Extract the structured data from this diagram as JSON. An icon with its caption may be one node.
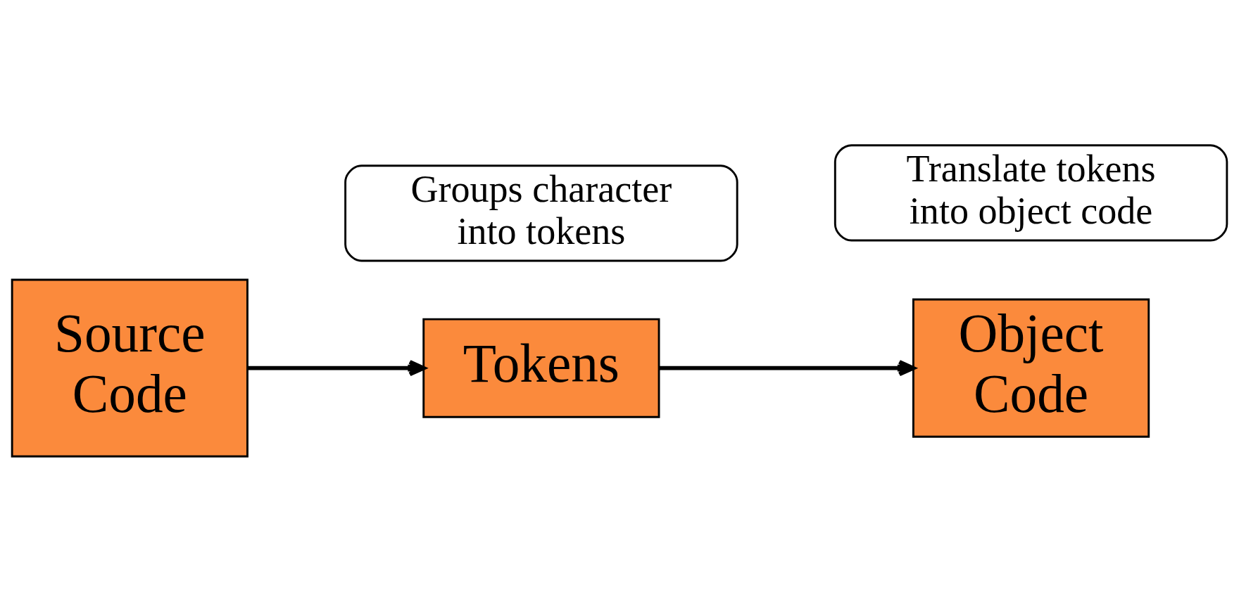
{
  "diagram": {
    "nodes": [
      {
        "text": [
          "Source Code"
        ]
      },
      {
        "text": [
          "Tokens"
        ]
      },
      {
        "text": [
          "Object Code"
        ]
      },
      {
        "text": [
          "Groups character into tokens"
        ]
      },
      {
        "text": [
          "Translate tokens into object code"
        ]
      }
    ],
    "edges": [
      {
        "from": 0,
        "to": 1,
        "arrow": "to"
      },
      {
        "from": 1,
        "to": 2,
        "arrow": "to"
      }
    ]
  }
}
